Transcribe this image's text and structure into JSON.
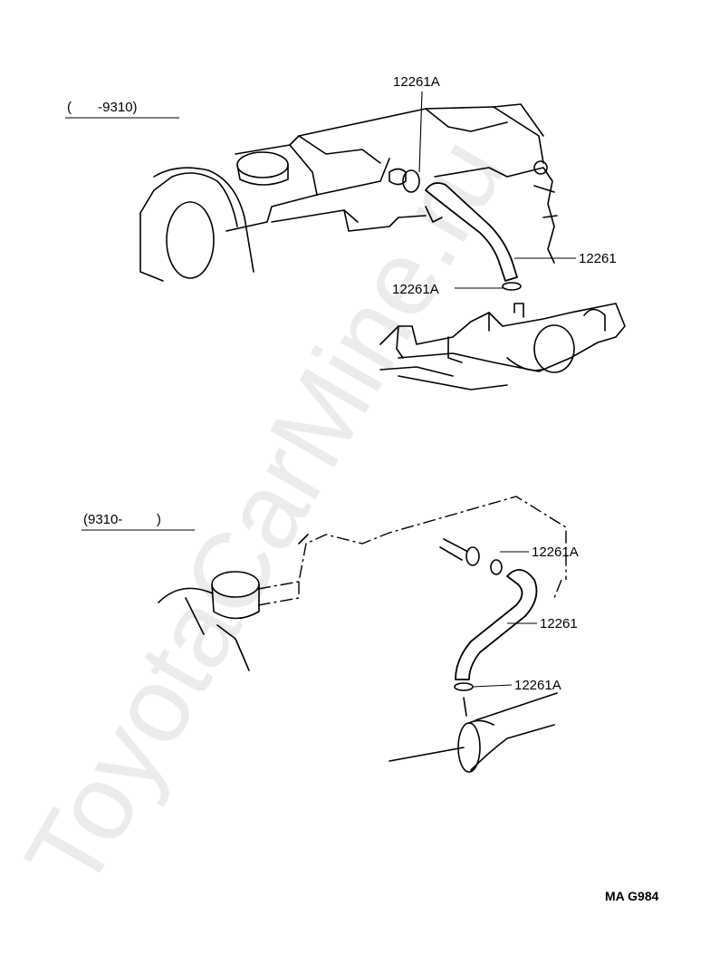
{
  "watermark": "ToyotaCarMine.ru",
  "sections": [
    {
      "range_label": "(       -9310)",
      "callouts": [
        {
          "id": "clip-top",
          "part_number": "12261A"
        },
        {
          "id": "hose",
          "part_number": "12261"
        },
        {
          "id": "clip-bottom",
          "part_number": "12261A"
        }
      ]
    },
    {
      "range_label": "(9310-         )",
      "callouts": [
        {
          "id": "clip-top",
          "part_number": "12261A"
        },
        {
          "id": "hose",
          "part_number": "12261"
        },
        {
          "id": "clip-bottom",
          "part_number": "12261A"
        }
      ]
    }
  ],
  "diagram_code": "MA G984"
}
